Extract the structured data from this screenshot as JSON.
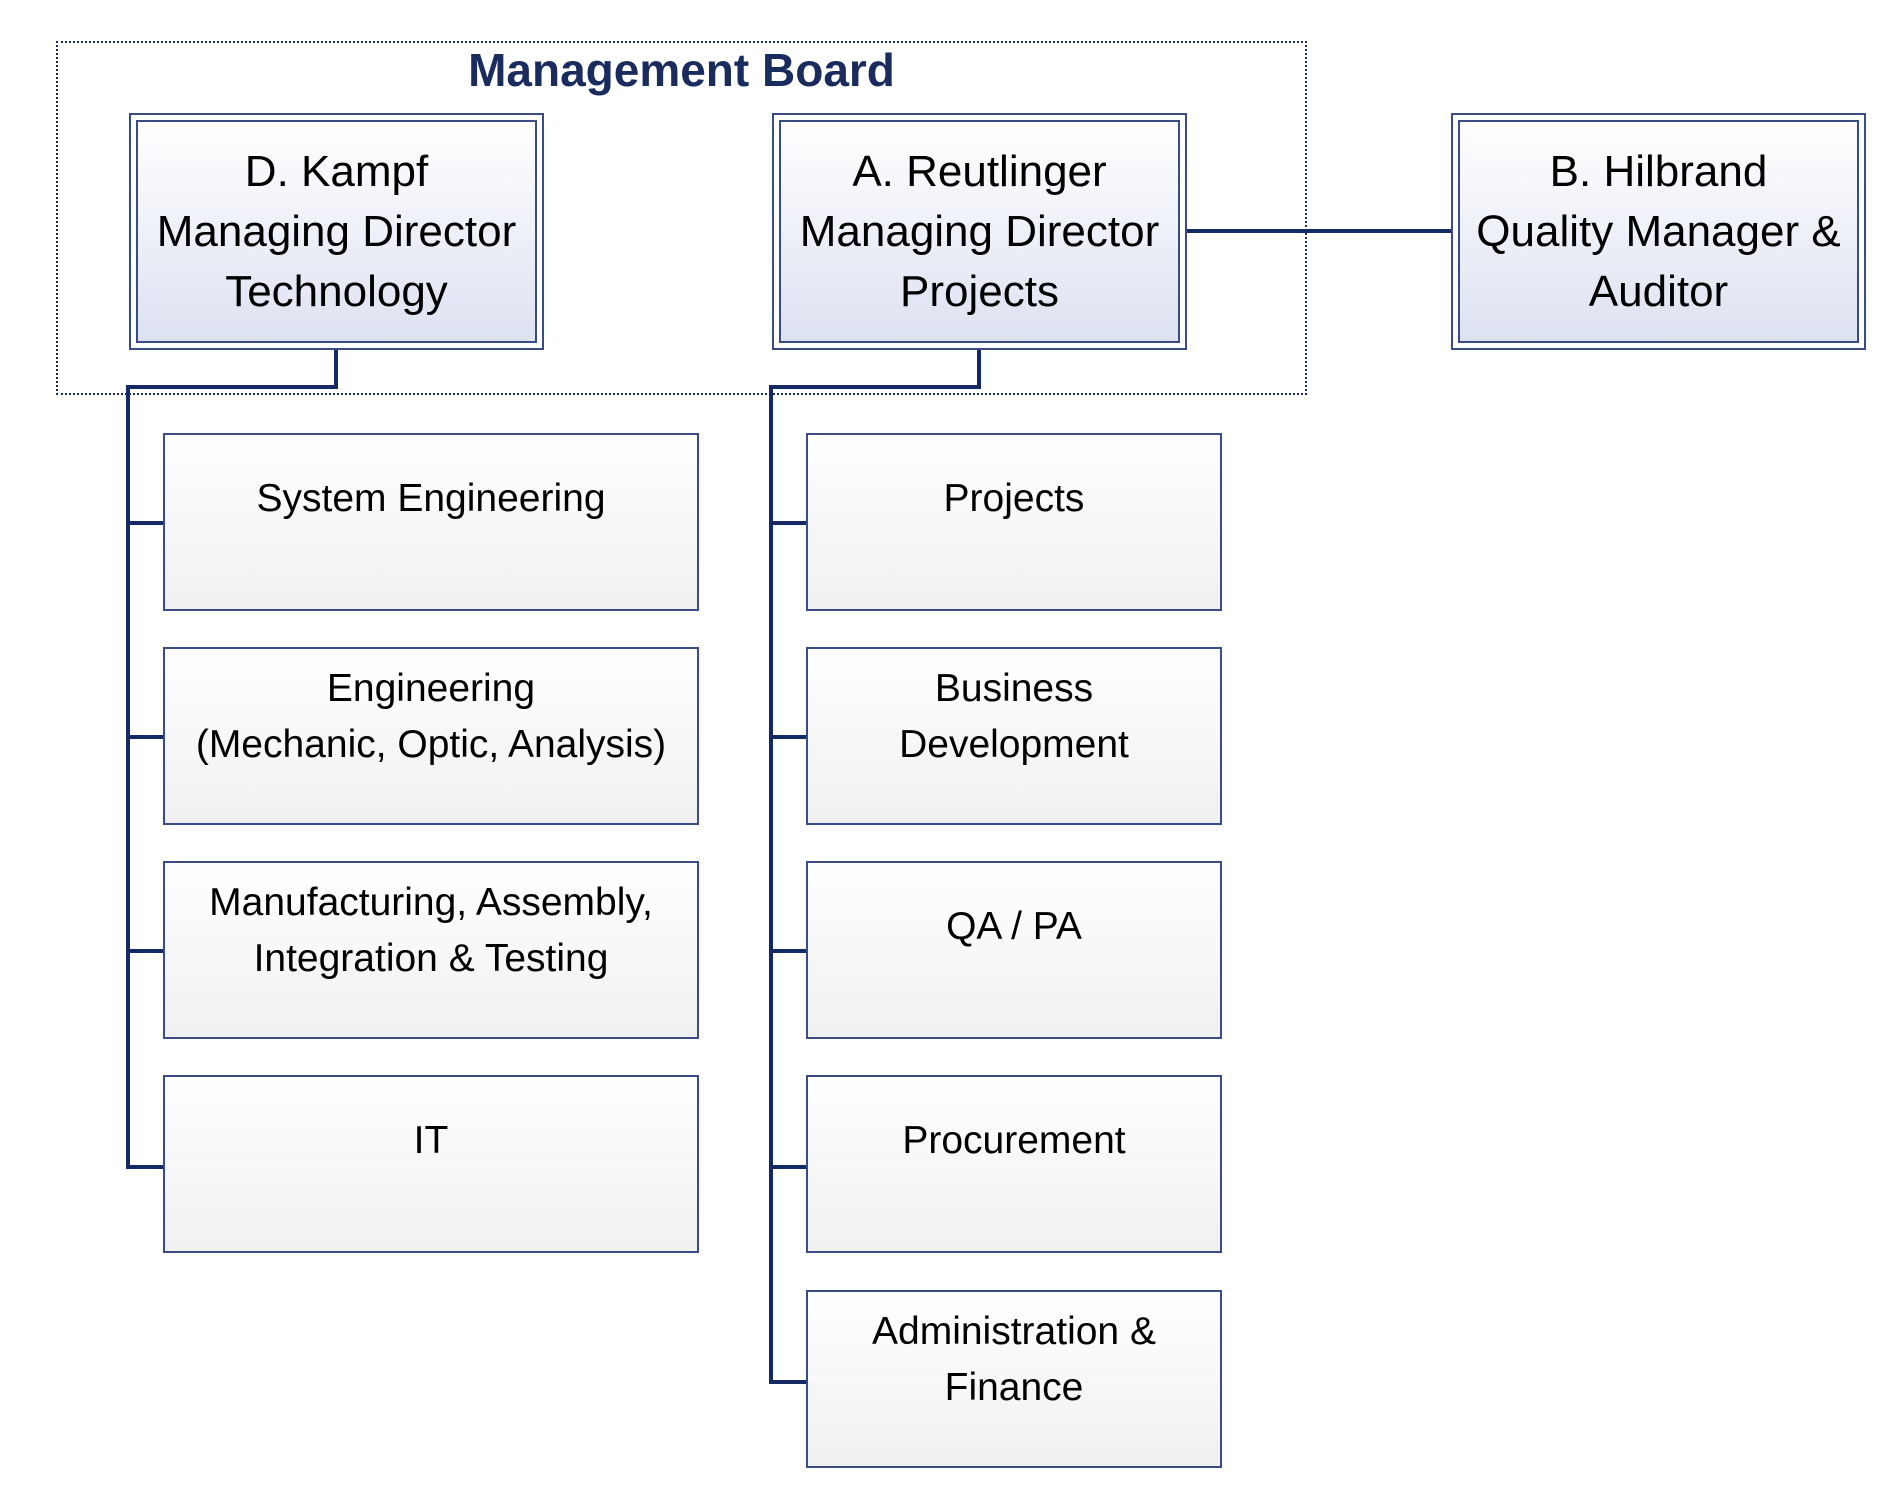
{
  "management_board": {
    "title": "Management Board"
  },
  "executives": [
    {
      "lines": [
        "D. Kampf",
        "Managing Director",
        "Technology"
      ]
    },
    {
      "lines": [
        "A. Reutlinger",
        "Managing Director",
        "Projects"
      ]
    },
    {
      "lines": [
        "B. Hilbrand",
        "Quality Manager &",
        "Auditor"
      ]
    }
  ],
  "technology_departments": [
    {
      "lines": [
        "System Engineering"
      ]
    },
    {
      "lines": [
        "Engineering",
        "(Mechanic, Optic, Analysis)"
      ]
    },
    {
      "lines": [
        "Manufacturing, Assembly,",
        "Integration & Testing"
      ]
    },
    {
      "lines": [
        "IT"
      ]
    }
  ],
  "projects_departments": [
    {
      "lines": [
        "Projects"
      ]
    },
    {
      "lines": [
        "Business",
        "Development"
      ]
    },
    {
      "lines": [
        "QA / PA"
      ]
    },
    {
      "lines": [
        "Procurement"
      ]
    },
    {
      "lines": [
        "Administration &",
        "Finance"
      ]
    }
  ],
  "colors": {
    "connector": "#142a64",
    "title": "#1a2c5e",
    "box_border": "#3a4c86"
  }
}
